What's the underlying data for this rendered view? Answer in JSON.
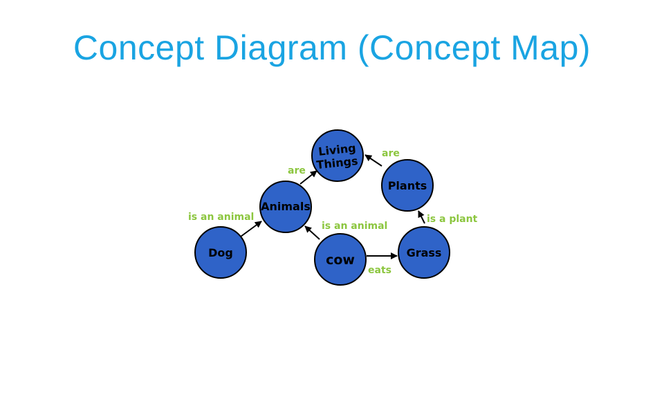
{
  "title": "Concept Diagram (Concept Map)",
  "colors": {
    "title": "#1aa4e2",
    "node_fill": "#2f63c8",
    "node_stroke": "#000000",
    "edge_label": "#8cc63f"
  },
  "nodes": {
    "living_things": {
      "lines": [
        "Living",
        "Things"
      ]
    },
    "plants": {
      "lines": [
        "Plants"
      ]
    },
    "animals": {
      "lines": [
        "Animals"
      ]
    },
    "dog": {
      "lines": [
        "Dog"
      ]
    },
    "cow": {
      "lines": [
        "cow"
      ]
    },
    "grass": {
      "lines": [
        "Grass"
      ]
    }
  },
  "edges": {
    "animals_living": {
      "from": "Animals",
      "to": "Living Things",
      "label": "are"
    },
    "plants_living": {
      "from": "Plants",
      "to": "Living Things",
      "label": "are"
    },
    "dog_animals": {
      "from": "Dog",
      "to": "Animals",
      "label": "is an animal"
    },
    "cow_animals": {
      "from": "cow",
      "to": "Animals",
      "label": "is an animal"
    },
    "grass_plants": {
      "from": "Grass",
      "to": "Plants",
      "label": "is a plant"
    },
    "cow_grass": {
      "from": "cow",
      "to": "Grass",
      "label": "eats"
    }
  }
}
